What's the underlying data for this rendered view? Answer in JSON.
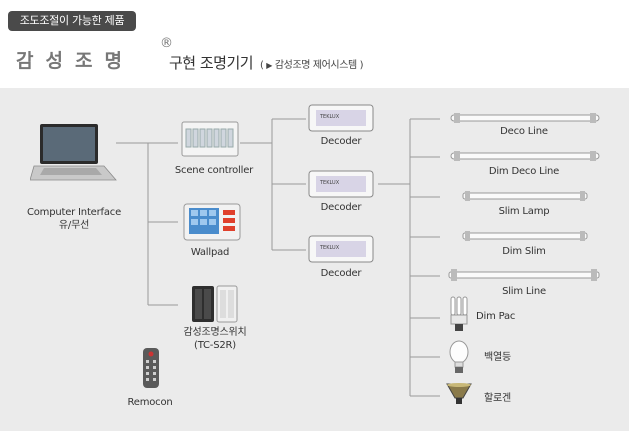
{
  "header": {
    "badge": "조도조절이 가능한 제품",
    "title_main": "감성조명",
    "title_reg": "®",
    "title_sub": "구현 조명기기",
    "title_paren_open": "(",
    "title_paren_arrow": "▶",
    "title_paren_text": "감성조명 제어시스템",
    "title_paren_close": ")"
  },
  "nodes": {
    "computer": {
      "label1": "Computer Interface",
      "label2": "유/무선",
      "icon": "laptop-icon"
    },
    "scene": {
      "label": "Scene controller",
      "icon": "scene-controller-icon"
    },
    "wallpad": {
      "label": "Wallpad",
      "icon": "wallpad-icon"
    },
    "switch": {
      "label1": "감성조명스위치",
      "label2": "(TC-S2R)",
      "icon": "switch-icon"
    },
    "remocon": {
      "label": "Remocon",
      "icon": "remote-icon"
    },
    "decoders": [
      {
        "label": "Decoder",
        "icon": "decoder-icon",
        "brand": "TEKLUX"
      },
      {
        "label": "Decoder",
        "icon": "decoder-icon",
        "brand": "TEKLUX"
      },
      {
        "label": "Decoder",
        "icon": "decoder-icon",
        "brand": "TEKLUX"
      }
    ],
    "lights": [
      {
        "label": "Deco Line",
        "icon": "deco-line-icon"
      },
      {
        "label": "Dim Deco Line",
        "icon": "dim-deco-line-icon"
      },
      {
        "label": "Slim Lamp",
        "icon": "slim-lamp-icon"
      },
      {
        "label": "Dim Slim",
        "icon": "dim-slim-icon"
      },
      {
        "label": "Slim Line",
        "icon": "slim-line-icon"
      },
      {
        "label": "Dim Pac",
        "icon": "dim-pac-bulb-icon"
      },
      {
        "label": "백열등",
        "icon": "incandescent-bulb-icon"
      },
      {
        "label": "할로겐",
        "icon": "halogen-bulb-icon"
      }
    ]
  },
  "colors": {
    "panel": "#ebebeb",
    "line": "#9a9a9a",
    "badge": "#4a4a4a",
    "text": "#333333",
    "title": "#777777"
  }
}
